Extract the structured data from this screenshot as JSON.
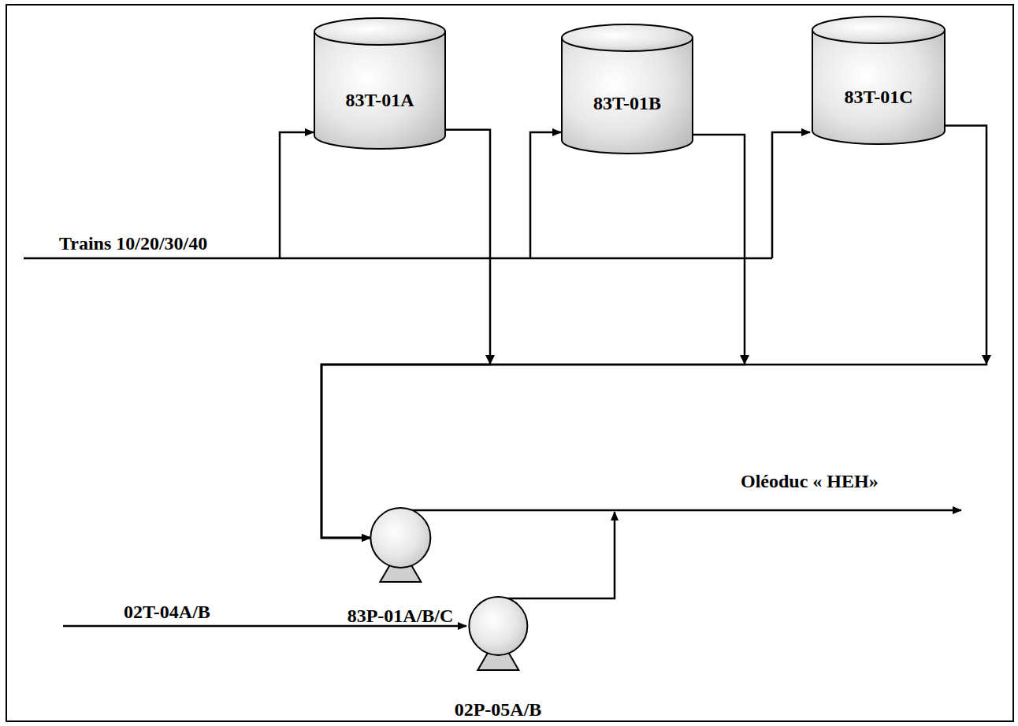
{
  "diagram": {
    "nodes": [
      {
        "text": [
          "83T-01A"
        ]
      },
      {
        "text": [
          "83T-01B"
        ]
      },
      {
        "text": [
          "83T-01C"
        ]
      },
      {
        "text": [
          "83P-01A/B/C"
        ]
      },
      {
        "text": [
          "02P-05A/B"
        ]
      }
    ],
    "edges": [
      {
        "from": 0,
        "to": 3,
        "arrow": "to"
      },
      {
        "from": 1,
        "to": 3,
        "arrow": "to"
      },
      {
        "from": 2,
        "to": 3,
        "arrow": "to"
      }
    ],
    "labels": [
      "Trains 10/20/30/40",
      "02T-04A/B",
      "Oléoduc « HEH»"
    ]
  }
}
